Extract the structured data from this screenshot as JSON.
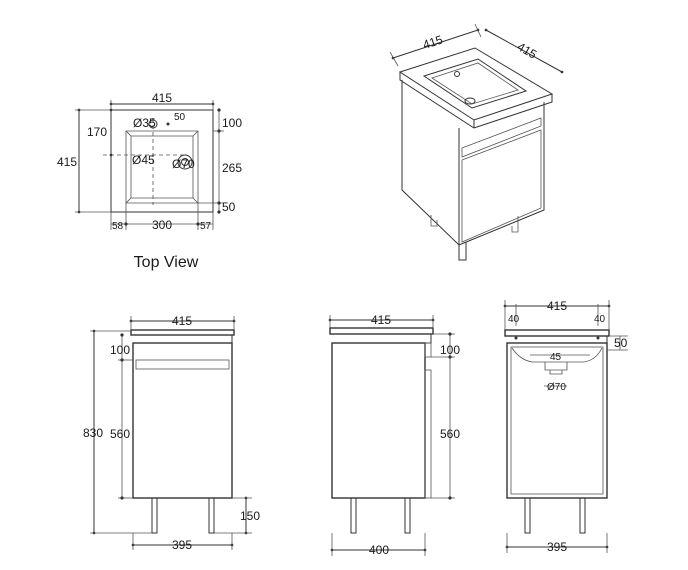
{
  "top_view": {
    "caption": "Top View",
    "width_top": "415",
    "depth_left": "415",
    "d170": "170",
    "hole_dia": "Ø35",
    "d50_top": "50",
    "d100": "100",
    "drain_dia": "Ø45",
    "bowl_dia": "Ø70",
    "d265": "265",
    "d50_bottom": "50",
    "d58": "58",
    "d300": "300",
    "d57": "57"
  },
  "iso_view": {
    "width": "415",
    "depth": "415"
  },
  "front_view": {
    "width_top": "415",
    "d100": "100",
    "height": "830",
    "d560": "560",
    "d150": "150",
    "width_bottom": "395"
  },
  "side_view": {
    "width_top": "415",
    "d100": "100",
    "d560": "560",
    "width_bottom": "400"
  },
  "back_view": {
    "width_top": "415",
    "d40_left": "40",
    "d40_right": "40",
    "d50": "50",
    "d45": "45",
    "d70": "Ø70",
    "width_bottom": "395"
  }
}
